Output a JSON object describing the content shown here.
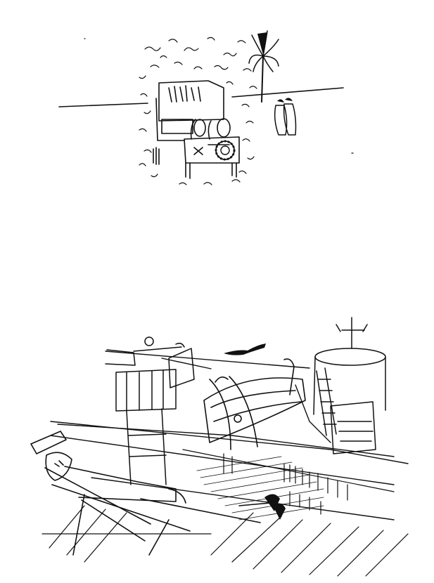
{
  "page": {
    "background": "#ffffff",
    "ink": "#111111"
  },
  "illustrations": [
    {
      "name": "jeep-in-desert-sketch",
      "elements": [
        "horizon-line",
        "dust-cloud",
        "jeep",
        "spare-tire",
        "palm-tree",
        "pair-of-figures"
      ]
    },
    {
      "name": "ship-deck-sunbather-sketch",
      "elements": [
        "deckchair",
        "reclining-man",
        "gun-turret",
        "lifeboat",
        "funnel-tower",
        "rigging-lines",
        "deck-planks",
        "crowd-figures"
      ]
    }
  ]
}
